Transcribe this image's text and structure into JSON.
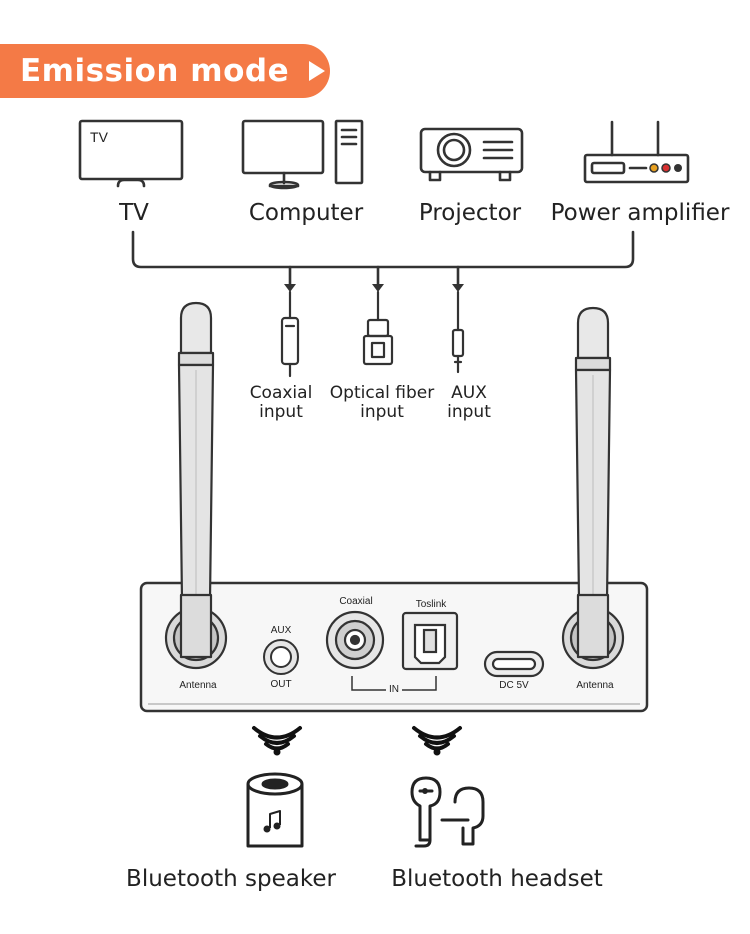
{
  "banner": {
    "title": "Emission mode"
  },
  "sources": {
    "tv": "TV",
    "tv_screen_text": "TV",
    "computer": "Computer",
    "projector": "Projector",
    "amplifier": "Power amplifier"
  },
  "inputs": {
    "coaxial": "Coaxial\ninput",
    "optical": "Optical fiber\ninput",
    "aux": "AUX\ninput"
  },
  "device": {
    "coaxial_port": "Coaxial",
    "toslink_port": "Toslink",
    "aux_top": "AUX",
    "aux_bottom": "OUT",
    "in_label": "IN",
    "dc_label": "DC 5V",
    "antenna_left": "Antenna",
    "antenna_right": "Antenna"
  },
  "outputs": {
    "speaker": "Bluetooth speaker",
    "headset": "Bluetooth headset"
  },
  "colors": {
    "accent": "#f47a46",
    "line": "#333333",
    "device_fill": "#f7f7f7"
  }
}
